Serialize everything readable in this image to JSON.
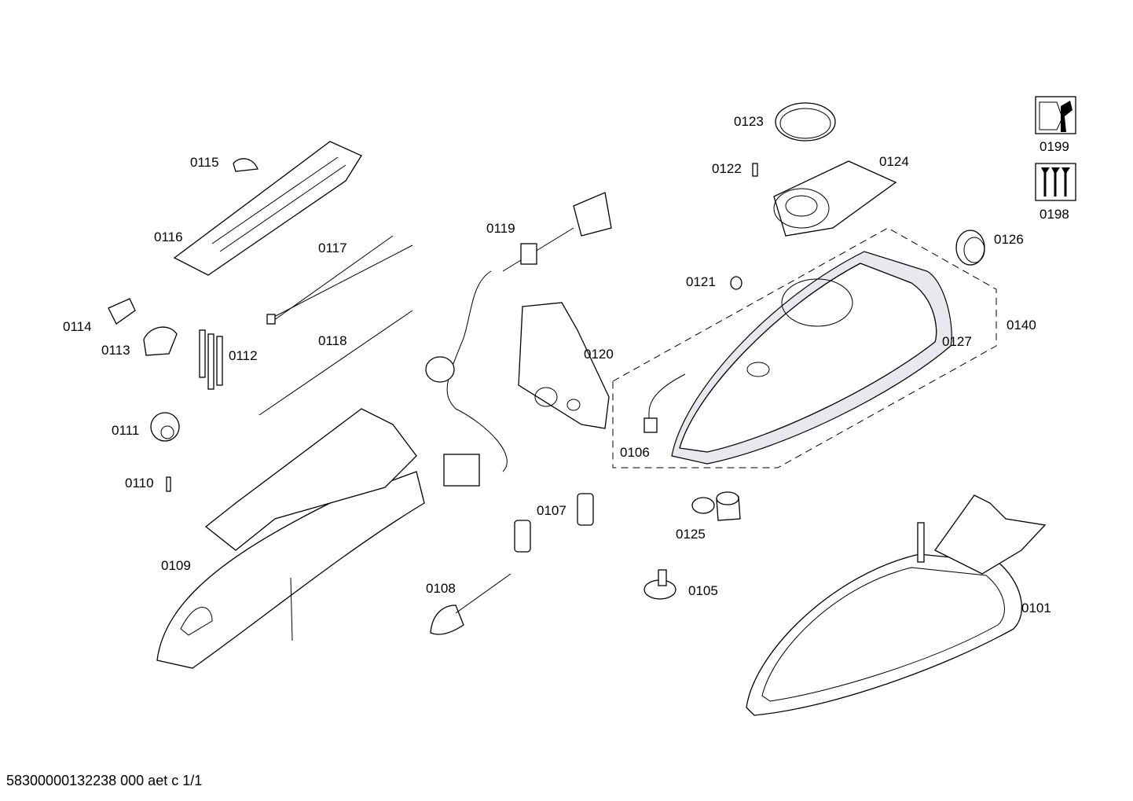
{
  "labels": {
    "p0101": "0101",
    "p0105": "0105",
    "p0106": "0106",
    "p0107": "0107",
    "p0108": "0108",
    "p0109": "0109",
    "p0110": "0110",
    "p0111": "0111",
    "p0112": "0112",
    "p0113": "0113",
    "p0114": "0114",
    "p0115": "0115",
    "p0116": "0116",
    "p0117": "0117",
    "p0118": "0118",
    "p0119": "0119",
    "p0120": "0120",
    "p0121": "0121",
    "p0122": "0122",
    "p0123": "0123",
    "p0124": "0124",
    "p0125": "0125",
    "p0126": "0126",
    "p0127": "0127",
    "p0140": "0140",
    "p0198": "0198",
    "p0199": "0199"
  },
  "footer": "58300000132238 000 aet c 1/1"
}
